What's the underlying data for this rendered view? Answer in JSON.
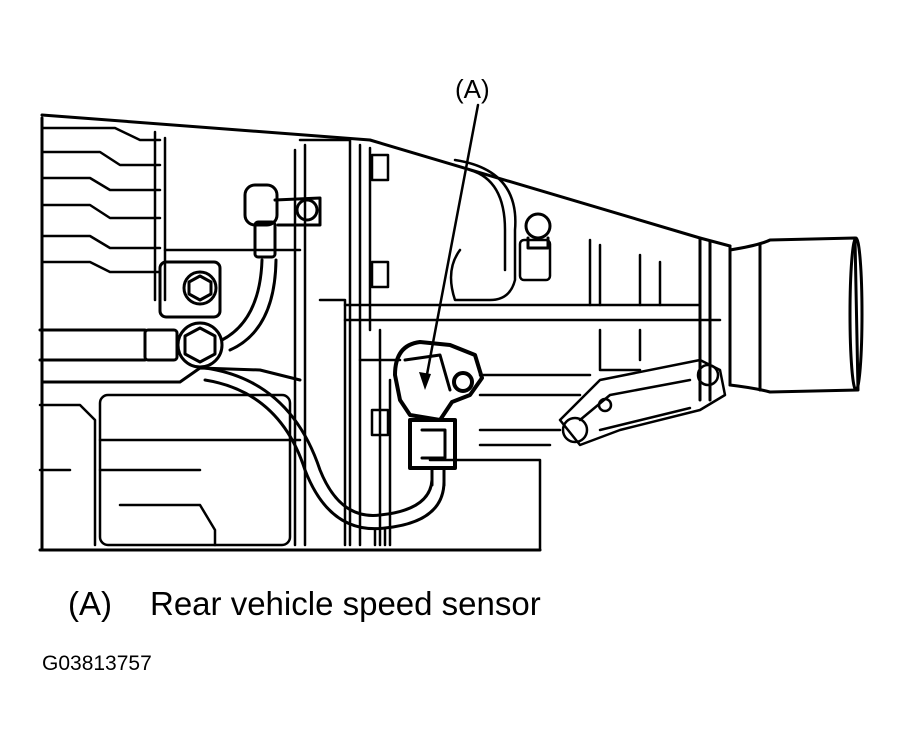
{
  "callout": {
    "label": "(A)"
  },
  "caption": {
    "letter": "(A)",
    "text": "Rear vehicle speed sensor"
  },
  "figure_code": "G03813757",
  "colors": {
    "ink": "#000000",
    "paper": "#ffffff"
  }
}
